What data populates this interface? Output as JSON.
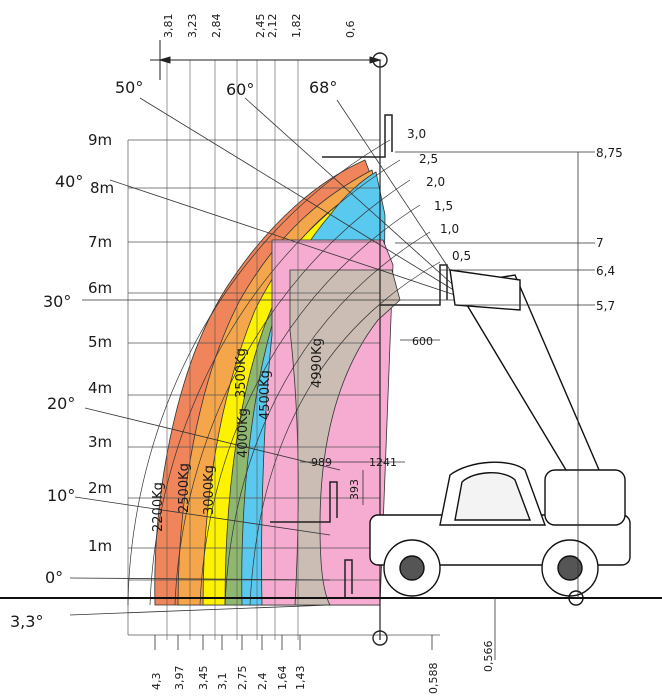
{
  "load_chart": {
    "height_axis": {
      "ticks": [
        "9m",
        "8m",
        "7m",
        "6m",
        "5m",
        "4m",
        "3m",
        "2m",
        "1m"
      ],
      "values": [
        9,
        8,
        7,
        6,
        5,
        4,
        3,
        2,
        1
      ]
    },
    "angles": {
      "labels": [
        "68°",
        "60°",
        "50°",
        "40°",
        "30°",
        "20°",
        "10°",
        "0°",
        "3,3°"
      ]
    },
    "extension_labels": [
      "3,0",
      "2,5",
      "2,0",
      "1,5",
      "1,0",
      "0,5"
    ],
    "top_dimensions": [
      "3,81",
      "3,23",
      "2,84",
      "2,45",
      "2,12",
      "1,82",
      "0,6"
    ],
    "bottom_dimensions": [
      "4,3",
      "3,97",
      "3,45",
      "3,1",
      "2,75",
      "2,4",
      "1,64",
      "1,43",
      "0,588"
    ],
    "right_dimensions": [
      "8,75",
      "7",
      "6,4",
      "5,7"
    ],
    "ground_clearance": "0,566",
    "fork_dimensions": [
      "600",
      "989",
      "1241",
      "393"
    ],
    "load_zones": [
      {
        "label": "2200Kg",
        "color": "#f0845a"
      },
      {
        "label": "2500Kg",
        "color": "#f6a64a"
      },
      {
        "label": "3000Kg",
        "color": "#fdf200"
      },
      {
        "label": "3500Kg",
        "color": "#8eb870"
      },
      {
        "label": "4000Kg",
        "color": "#59c9ef"
      },
      {
        "label": "4500Kg",
        "color": "#f6abd0"
      },
      {
        "label": "4990Kg",
        "color": "#cbbdb3"
      }
    ]
  }
}
